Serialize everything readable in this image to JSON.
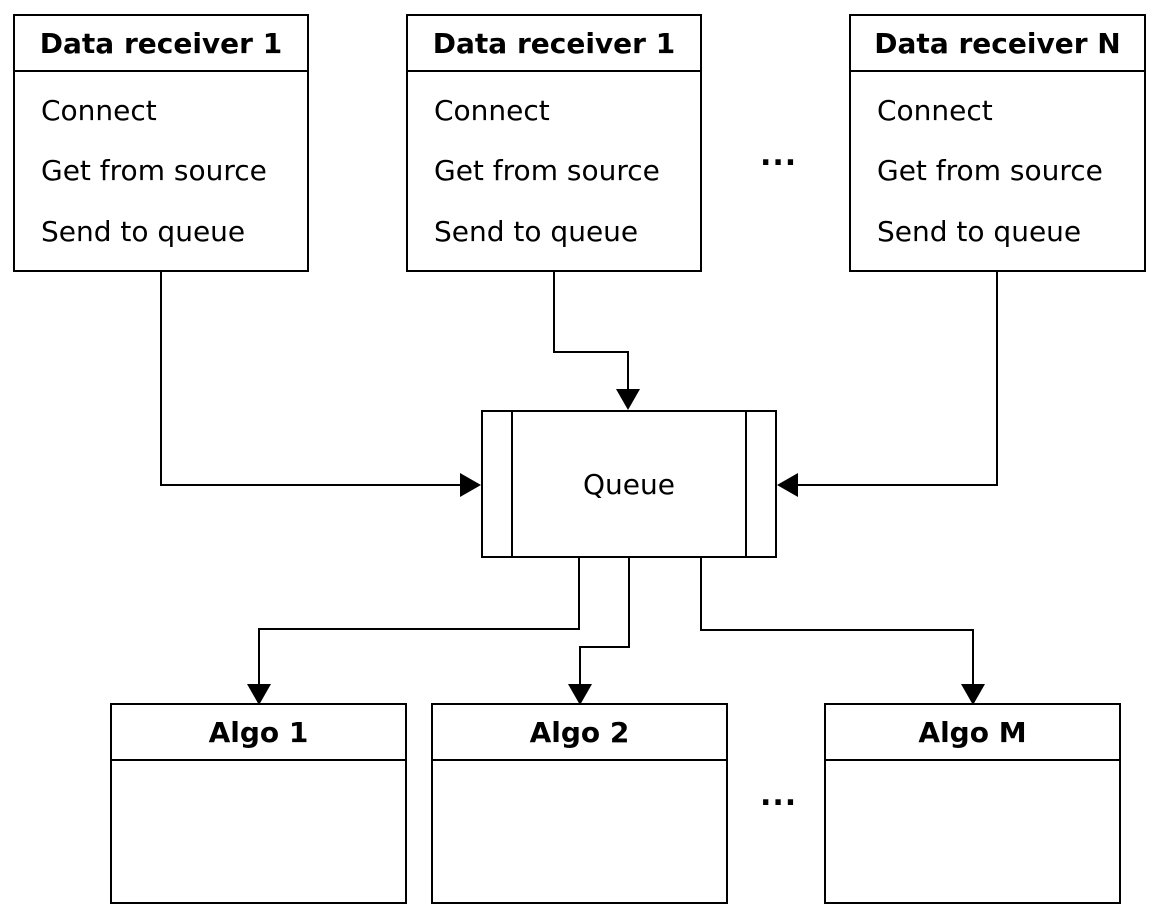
{
  "receivers": [
    {
      "title": "Data receiver 1",
      "items": [
        "Connect",
        "Get from source",
        "Send to queue"
      ]
    },
    {
      "title": "Data receiver 1",
      "items": [
        "Connect",
        "Get from source",
        "Send to queue"
      ]
    },
    {
      "title": "Data receiver N",
      "items": [
        "Connect",
        "Get from source",
        "Send to queue"
      ]
    }
  ],
  "receivers_ellipsis": "...",
  "queue": {
    "label": "Queue"
  },
  "algos": [
    {
      "title": "Algo 1"
    },
    {
      "title": "Algo 2"
    },
    {
      "title": "Algo M"
    }
  ],
  "algos_ellipsis": "...",
  "colors": {
    "line": "#000000",
    "background": "#ffffff"
  }
}
